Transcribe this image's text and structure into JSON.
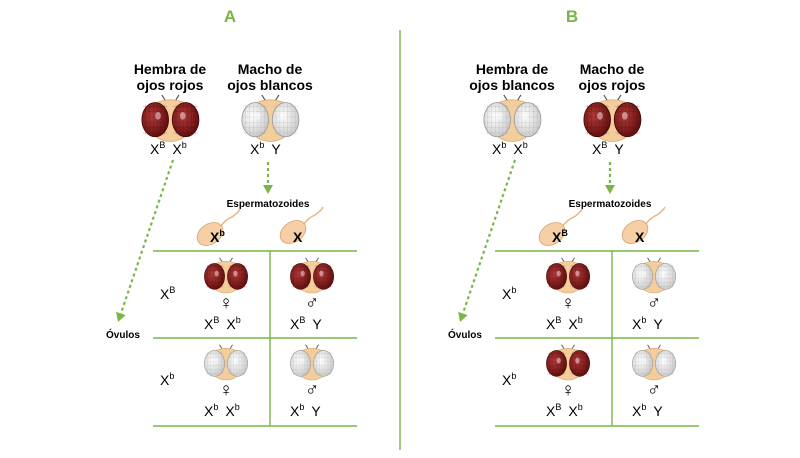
{
  "colors": {
    "accent_green": "#79b547",
    "red_eye": "#8b1a1a",
    "white_eye": "#ececec",
    "head": "#f3cd9c"
  },
  "icons": [
    "fly-head-red-eyes-icon",
    "fly-head-white-eyes-icon",
    "sperm-icon",
    "female-symbol-icon",
    "male-symbol-icon",
    "dotted-arrow-icon"
  ],
  "panels": [
    {
      "letter": "A",
      "female": {
        "label_line1": "Hembra de",
        "label_line2": "ojos rojos",
        "eye": "red",
        "geno": [
          {
            "base": "X",
            "sup": "B"
          },
          {
            "base": "X",
            "sup": "b"
          }
        ]
      },
      "male": {
        "label_line1": "Macho de",
        "label_line2": "ojos blancos",
        "eye": "white",
        "geno": [
          {
            "base": "X",
            "sup": "b"
          },
          {
            "base": "Y",
            "sup": ""
          }
        ]
      },
      "sperm_title": "Espermatozoides",
      "sperm": [
        {
          "base": "X",
          "sup": "b"
        },
        {
          "base": "Y",
          "sup": ""
        }
      ],
      "ovulos_label": "Óvulos",
      "eggs": [
        {
          "base": "X",
          "sup": "B"
        },
        {
          "base": "X",
          "sup": "b"
        }
      ],
      "cells": [
        [
          {
            "eye": "red",
            "sex": "♀",
            "geno": [
              {
                "base": "X",
                "sup": "B"
              },
              {
                "base": "X",
                "sup": "b"
              }
            ]
          },
          {
            "eye": "red",
            "sex": "♂",
            "geno": [
              {
                "base": "X",
                "sup": "B"
              },
              {
                "base": "Y",
                "sup": ""
              }
            ]
          }
        ],
        [
          {
            "eye": "white",
            "sex": "♀",
            "geno": [
              {
                "base": "X",
                "sup": "b"
              },
              {
                "base": "X",
                "sup": "b"
              }
            ]
          },
          {
            "eye": "white",
            "sex": "♂",
            "geno": [
              {
                "base": "X",
                "sup": "b"
              },
              {
                "base": "Y",
                "sup": ""
              }
            ]
          }
        ]
      ]
    },
    {
      "letter": "B",
      "female": {
        "label_line1": "Hembra de",
        "label_line2": "ojos blancos",
        "eye": "white",
        "geno": [
          {
            "base": "X",
            "sup": "b"
          },
          {
            "base": "X",
            "sup": "b"
          }
        ]
      },
      "male": {
        "label_line1": "Macho de",
        "label_line2": "ojos rojos",
        "eye": "red",
        "geno": [
          {
            "base": "X",
            "sup": "B"
          },
          {
            "base": "Y",
            "sup": ""
          }
        ]
      },
      "sperm_title": "Espermatozoides",
      "sperm": [
        {
          "base": "X",
          "sup": "B"
        },
        {
          "base": "Y",
          "sup": ""
        }
      ],
      "ovulos_label": "Óvulos",
      "eggs": [
        {
          "base": "X",
          "sup": "b"
        },
        {
          "base": "X",
          "sup": "b"
        }
      ],
      "cells": [
        [
          {
            "eye": "red",
            "sex": "♀",
            "geno": [
              {
                "base": "X",
                "sup": "B"
              },
              {
                "base": "X",
                "sup": "b"
              }
            ]
          },
          {
            "eye": "white",
            "sex": "♂",
            "geno": [
              {
                "base": "X",
                "sup": "b"
              },
              {
                "base": "Y",
                "sup": ""
              }
            ]
          }
        ],
        [
          {
            "eye": "red",
            "sex": "♀",
            "geno": [
              {
                "base": "X",
                "sup": "B"
              },
              {
                "base": "X",
                "sup": "b"
              }
            ]
          },
          {
            "eye": "white",
            "sex": "♂",
            "geno": [
              {
                "base": "X",
                "sup": "b"
              },
              {
                "base": "Y",
                "sup": ""
              }
            ]
          }
        ]
      ]
    }
  ]
}
